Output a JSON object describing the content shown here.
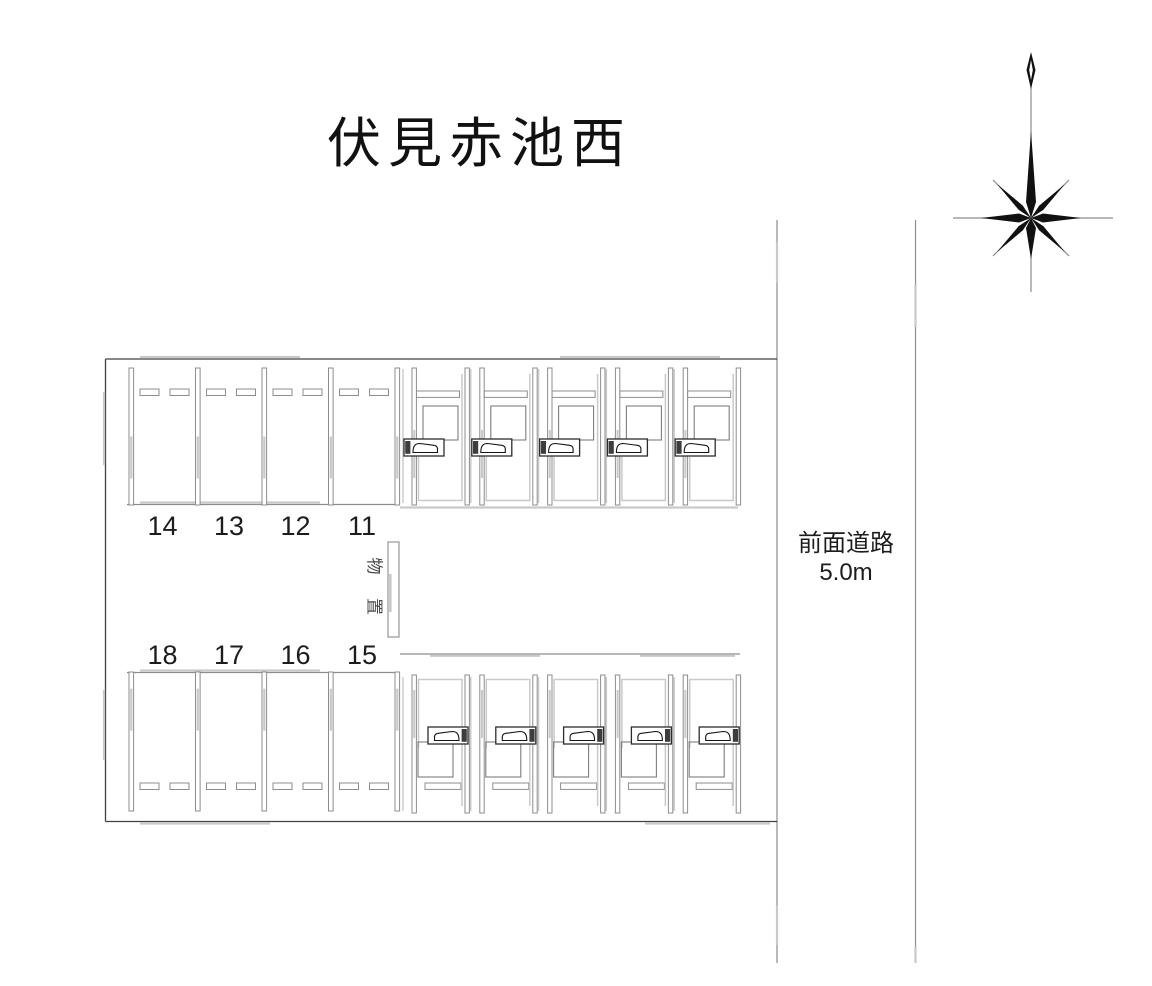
{
  "title": "伏見赤池西",
  "road": {
    "name_label": "前面道路",
    "width_label": "5.0m"
  },
  "compass": {
    "icon": "north-compass-rose"
  },
  "parking": {
    "rows": [
      {
        "id": "top",
        "numbers": [
          "14",
          "13",
          "12",
          "11"
        ]
      },
      {
        "id": "bottom",
        "numbers": [
          "18",
          "17",
          "16",
          "15"
        ]
      }
    ]
  },
  "building": {
    "rows": [
      {
        "id": "top",
        "unit_count": 5
      },
      {
        "id": "bottom",
        "unit_count": 5
      }
    ]
  },
  "sign": {
    "rotated_label_chars": [
      "物",
      "置"
    ]
  },
  "colors": {
    "background": "#ffffff",
    "ink": "#1c1c1c",
    "line_dark": "#424242",
    "line_mid": "#8d8d8d",
    "line_light": "#c9c9c9",
    "square_gray": "#7d7d7d",
    "door_dark": "#2c2c2c",
    "door_fill": "#3d3d3d"
  }
}
